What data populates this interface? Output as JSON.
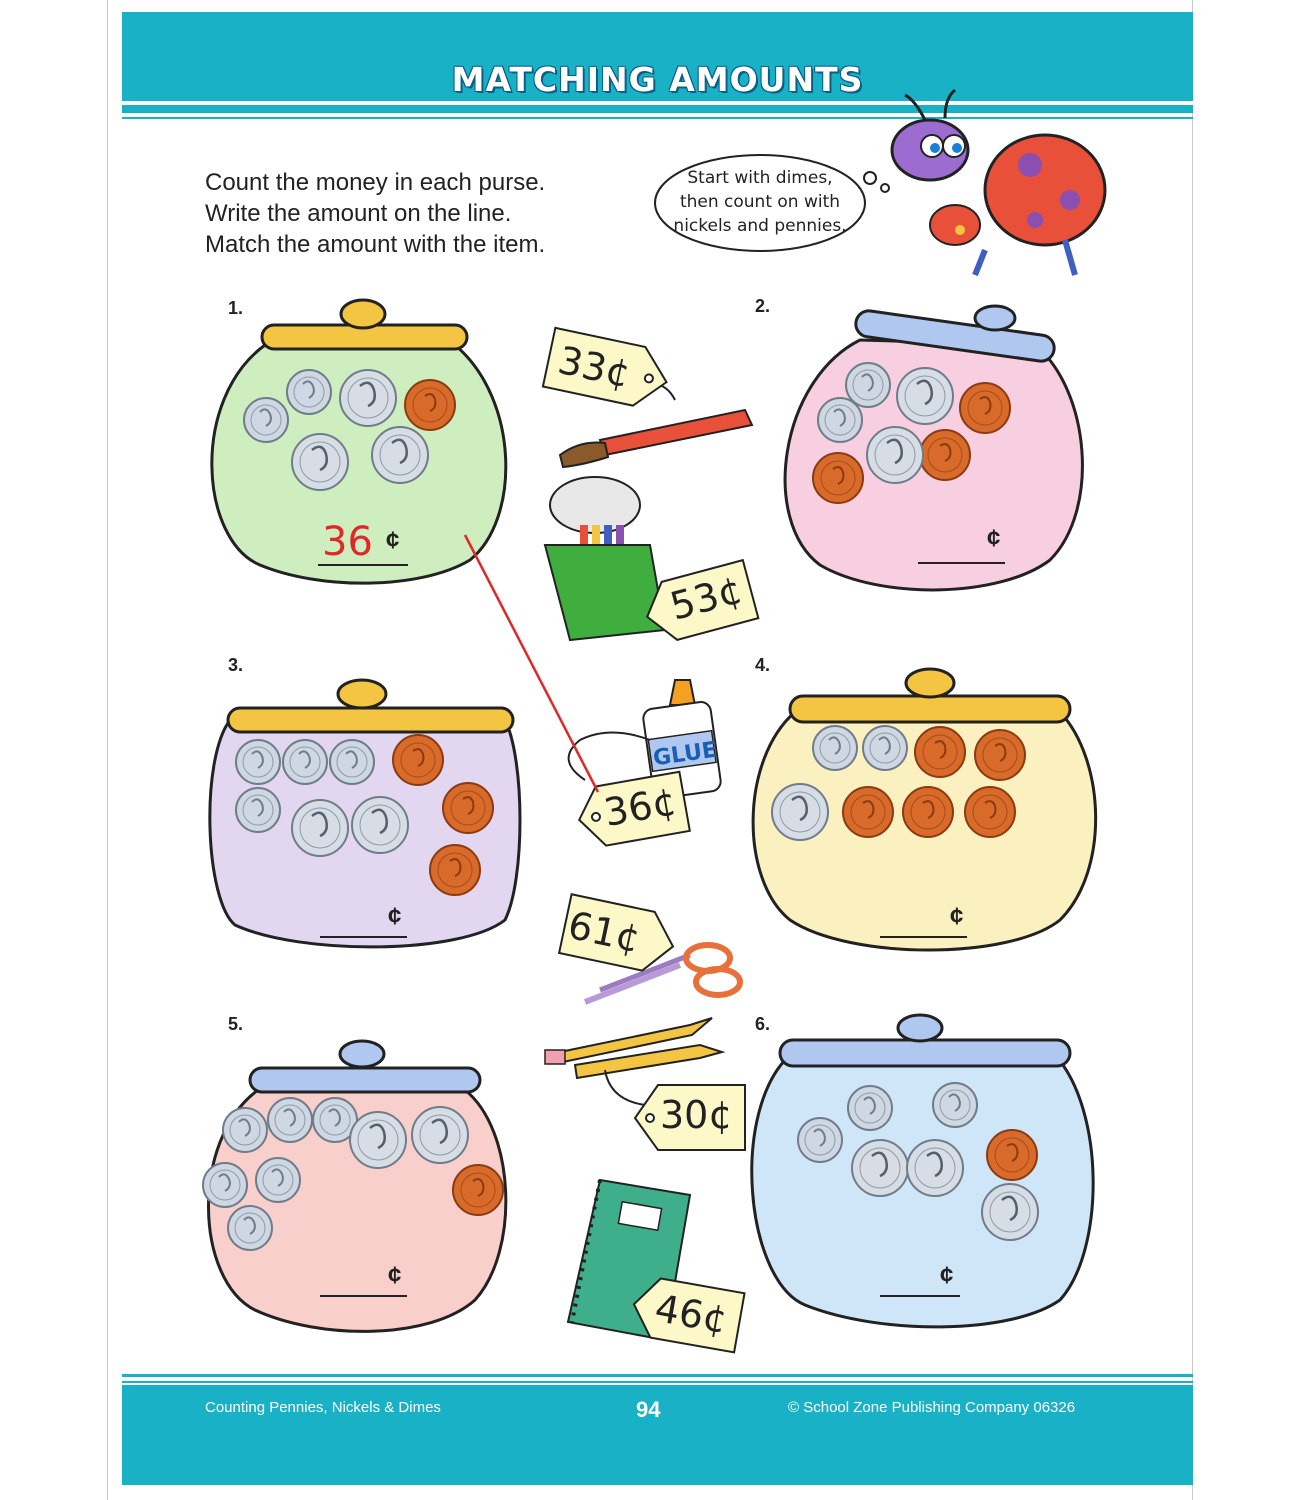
{
  "header": {
    "title": "MATCHING AMOUNTS"
  },
  "instructions": [
    "Count the money in each purse.",
    "Write the amount on the line.",
    "Match the amount with the item."
  ],
  "helper_bubble": [
    "Start with dimes,",
    "then count on with",
    "nickels and pennies."
  ],
  "purses": [
    {
      "number": "1.",
      "answer": "36",
      "cent": "¢",
      "color": "#cfeec0"
    },
    {
      "number": "2.",
      "answer": "",
      "cent": "¢",
      "color": "#f8cfe0"
    },
    {
      "number": "3.",
      "answer": "",
      "cent": "¢",
      "color": "#e2d6f0"
    },
    {
      "number": "4.",
      "answer": "",
      "cent": "¢",
      "color": "#fbf0c0"
    },
    {
      "number": "5.",
      "answer": "",
      "cent": "¢",
      "color": "#f9cfcc"
    },
    {
      "number": "6.",
      "answer": "",
      "cent": "¢",
      "color": "#cfe6f8"
    }
  ],
  "price_tags": [
    {
      "item": "paintbrush",
      "price": "33¢"
    },
    {
      "item": "crayons",
      "price": "53¢"
    },
    {
      "item": "glue",
      "price": "36¢",
      "label": "GLUE"
    },
    {
      "item": "scissors",
      "price": "61¢"
    },
    {
      "item": "pencils",
      "price": "30¢"
    },
    {
      "item": "notebook",
      "price": "46¢"
    }
  ],
  "footer": {
    "left": "Counting Pennies, Nickels & Dimes",
    "page": "94",
    "right": "© School Zone Publishing Company  06326"
  },
  "colors": {
    "band": "#19b1c6",
    "answer": "#e02828",
    "penny": "#d86a2a",
    "silver": "#cfd8e2"
  }
}
